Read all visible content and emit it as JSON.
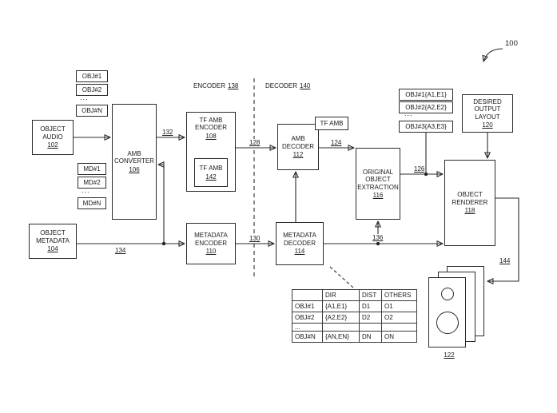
{
  "figure_ref": "100",
  "sections": {
    "encoder": {
      "label": "ENCODER",
      "ref": "138"
    },
    "decoder": {
      "label": "DECODER",
      "ref": "140"
    }
  },
  "boxes": {
    "object_audio": {
      "label": "OBJECT\nAUDIO",
      "ref": "102"
    },
    "object_metadata": {
      "label": "OBJECT\nMETADATA",
      "ref": "104"
    },
    "amb_converter": {
      "label": "AMB\nCONVERTER",
      "ref": "106"
    },
    "tf_amb_encoder": {
      "label": "TF AMB\nENCODER",
      "ref": "108"
    },
    "tf_amb_signal": {
      "label": "TF AMB",
      "ref": "142"
    },
    "metadata_encoder": {
      "label": "METADATA\nENCODER",
      "ref": "110"
    },
    "amb_decoder": {
      "label": "AMB\nDECODER",
      "ref": "112"
    },
    "tf_amb_tag": {
      "label": "TF AMB"
    },
    "metadata_decoder": {
      "label": "METADATA\nDECODER",
      "ref": "114"
    },
    "original_object_extraction": {
      "label": "ORIGINAL\nOBJECT\nEXTRACTION",
      "ref": "116"
    },
    "object_renderer": {
      "label": "OBJECT\nRENDERER",
      "ref": "118"
    },
    "desired_output_layout": {
      "label": "DESIRED\nOUTPUT\nLAYOUT",
      "ref": "120"
    }
  },
  "object_inputs": {
    "item1": "OBJ#1",
    "item2": "OBJ#2",
    "dots": "...",
    "itemN": "OBJ#N"
  },
  "metadata_inputs": {
    "item1": "MD#1",
    "item2": "MD#2",
    "dots": "...",
    "itemN": "MD#N"
  },
  "object_outputs": {
    "item1": "OBJ#1{A1,E1}",
    "item2": "OBJ#2{A2,E2}",
    "dots": "...",
    "item3": "OBJ#3{A3,E3}"
  },
  "signal_refs": {
    "s132": "132",
    "s134": "134",
    "s128": "128",
    "s130": "130",
    "s124": "124",
    "s126": "126",
    "s136": "136",
    "s144": "144"
  },
  "speakers_ref": "122",
  "metadata_table": {
    "headers": [
      "",
      "DIR",
      "DIST",
      "OTHERS"
    ],
    "rows": [
      [
        "OBJ#1",
        "{A1,E1}",
        "D1",
        "O1"
      ],
      [
        "OBJ#2",
        "{A2,E2}",
        "D2",
        "O2"
      ],
      [
        "...",
        "",
        "",
        ""
      ],
      [
        "OBJ#N",
        "{AN,EN}",
        "DN",
        "ON"
      ]
    ]
  }
}
